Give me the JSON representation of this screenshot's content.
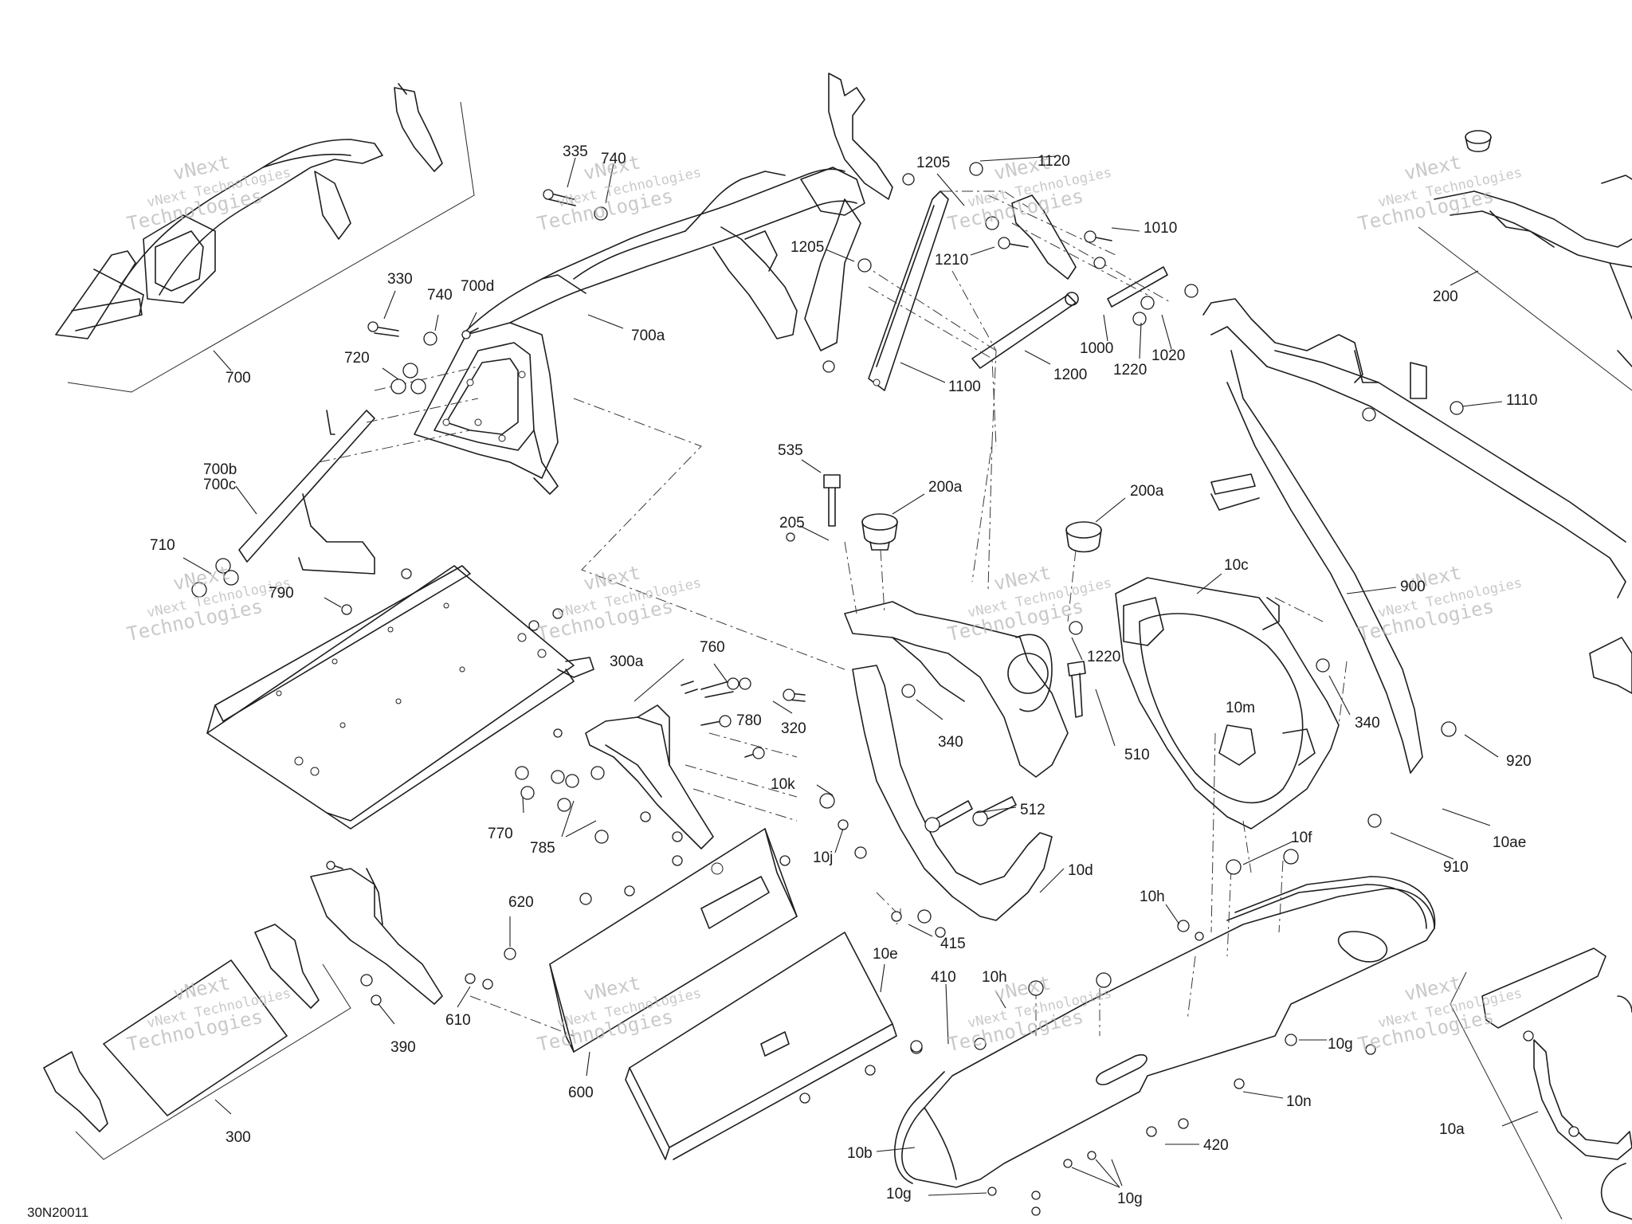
{
  "figure_code": "30N20011",
  "watermark": {
    "lines": [
      "vNext",
      "vNext Technologies",
      "Technologies"
    ],
    "color": "#b8b8b8"
  },
  "callouts": {
    "c335": "335",
    "c740a": "740",
    "c330": "330",
    "c740b": "740",
    "c700d": "700d",
    "c700a": "700a",
    "c700": "700",
    "c720": "720",
    "c700b": "700b",
    "c700c": "700c",
    "c710": "710",
    "c790": "790",
    "c1205a": "1205",
    "c1120": "1120",
    "c1010": "1010",
    "c1205b": "1205",
    "c1210": "1210",
    "c1000": "1000",
    "c1220a": "1220",
    "c1020": "1020",
    "c1200": "1200",
    "c1100": "1100",
    "c200": "200",
    "c1110": "1110",
    "c535": "535",
    "c205": "205",
    "c200a1": "200a",
    "c200a2": "200a",
    "c10c": "10c",
    "c900": "900",
    "c1220b": "1220",
    "c300a": "300a",
    "c760": "760",
    "c780": "780",
    "c320": "320",
    "c340a": "340",
    "c340b": "340",
    "c510": "510",
    "c10m": "10m",
    "c920": "920",
    "c10k": "10k",
    "c512": "512",
    "c770": "770",
    "c785": "785",
    "c10j": "10j",
    "c10ae": "10ae",
    "c10f": "10f",
    "c910": "910",
    "c10d": "10d",
    "c620": "620",
    "c10h1": "10h",
    "c415": "415",
    "c10e": "10e",
    "c410": "410",
    "c10h2": "10h",
    "c390": "390",
    "c610": "610",
    "c10g1": "10g",
    "c600": "600",
    "c10n": "10n",
    "c300": "300",
    "c10a": "10a",
    "c420": "420",
    "c10b": "10b",
    "c10g2": "10g",
    "c10g3": "10g"
  }
}
